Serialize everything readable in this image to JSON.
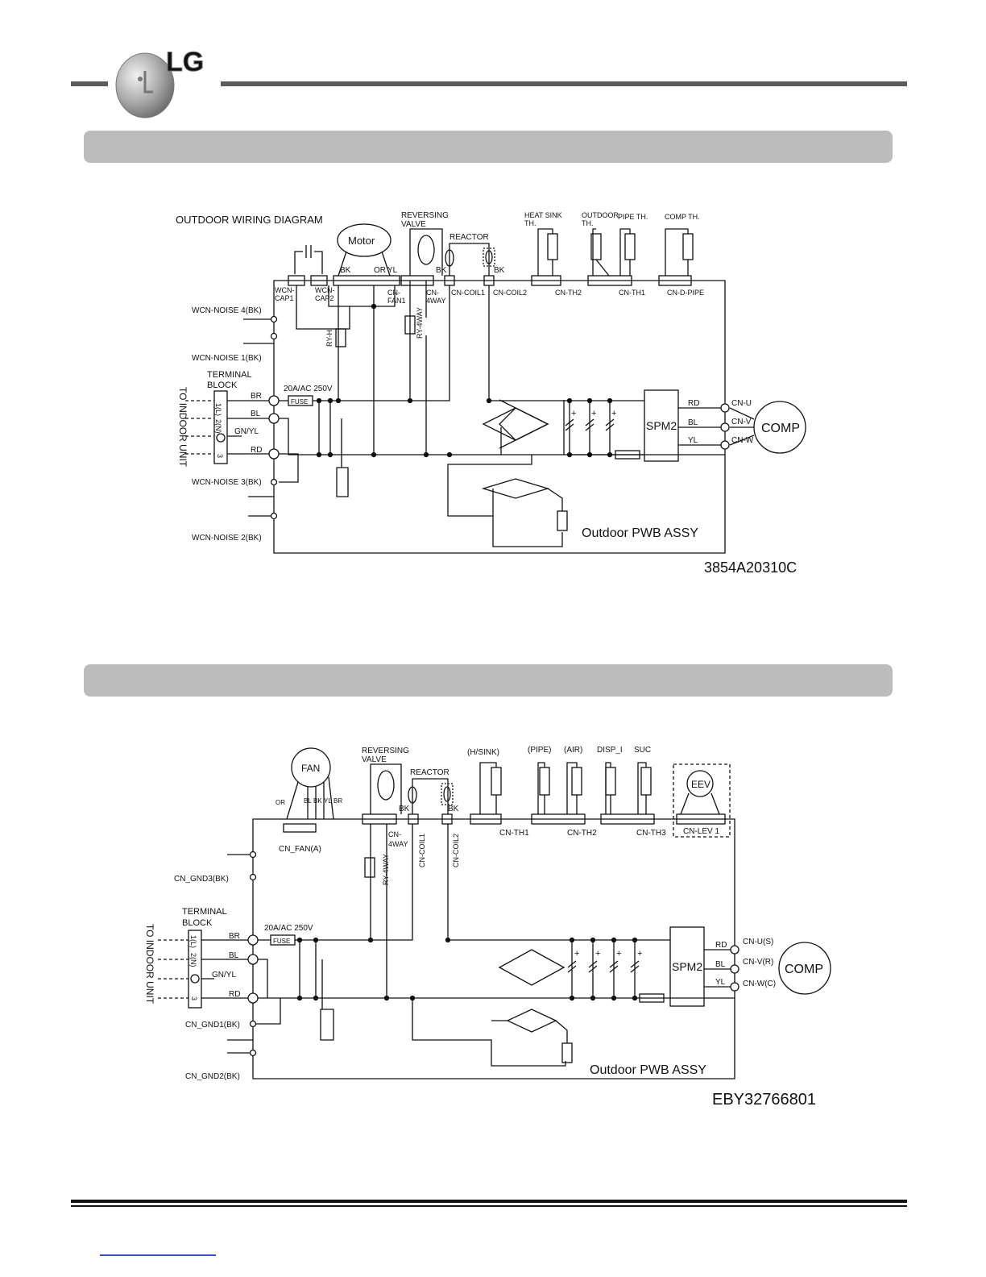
{
  "logo": {
    "brand_text": "LG",
    "icon": "lg-globe-logo"
  },
  "diagram1": {
    "title": "OUTDOOR WIRING DIAGRAM",
    "part_number": "3854A20310C",
    "board_label": "Outdoor PWB ASSY",
    "motor": "Motor",
    "reversing_valve": [
      "REVERSING",
      "VALVE"
    ],
    "reactor": "REACTOR",
    "heat_sink": [
      "HEAT SINK",
      "TH."
    ],
    "outdoor_th": [
      "OUTDOOR",
      "TH."
    ],
    "pipe_th": "PIPE TH.",
    "comp_th": "COMP TH.",
    "bk": "BK",
    "or": "OR",
    "yl": "YL",
    "wcn_cap1": [
      "WCN-",
      "CAP1"
    ],
    "wcn_cap2": [
      "WCN-",
      "CAP2"
    ],
    "cn_fan1": [
      "CN-",
      "FAN1"
    ],
    "cn_4way": [
      "CN-",
      "4WAY"
    ],
    "cn_coil1": "CN-COIL1",
    "cn_coil2": "CN-COIL2",
    "cn_th2": "CN-TH2",
    "cn_th1": "CN-TH1",
    "cn_d_pipe": "CN-D-PIPE",
    "noise4": "WCN-NOISE  4(BK)",
    "noise1": "WCN-NOISE  1(BK)",
    "noise3": "WCN-NOISE  3(BK)",
    "noise2": "WCN-NOISE  2(BK)",
    "ry_h": "RY-H",
    "ry_4way": "RY-4WAY",
    "terminal_block": [
      "TERMINAL",
      "BLOCK"
    ],
    "to_indoor": "TO INDOOR UNIT",
    "tb_terms": [
      "1(L)",
      "2(N)",
      "3"
    ],
    "br": "BR",
    "bl": "BL",
    "gnyl": "GN/YL",
    "rd": "RD",
    "fuse": "FUSE",
    "fuse_rating": "20A/AC 250V",
    "spm": "SPM2",
    "comp": "COMP",
    "out_wires": [
      "RD",
      "BL",
      "YL"
    ],
    "out_conns": [
      "CN-U",
      "CN-V",
      "CN-W"
    ],
    "plus": "+"
  },
  "diagram2": {
    "part_number": "EBY32766801",
    "board_label": "Outdoor PWB ASSY",
    "fan": "FAN",
    "fan_wires": [
      "OR",
      "BL",
      "BK",
      "YL",
      "BR"
    ],
    "cn_fan": "CN_FAN(A)",
    "reversing_valve": [
      "REVERSING",
      "VALVE"
    ],
    "reactor": "REACTOR",
    "bk": "BK",
    "cn_4way": [
      "CN-",
      "4WAY"
    ],
    "cn_coil1": "CN-COIL1",
    "cn_coil2": "CN-COIL2",
    "ry_4way": "RY-4WAY",
    "sensors": [
      "(H/SINK)",
      "(PIPE)",
      "(AIR)",
      "DISP_I",
      "SUC"
    ],
    "cn_th1": "CN-TH1",
    "cn_th2": "CN-TH2",
    "cn_th3": "CN-TH3",
    "eev": "EEV",
    "cn_lev": "CN-LEV 1",
    "gnd3": "CN_GND3(BK)",
    "gnd1": "CN_GND1(BK)",
    "gnd2": "CN_GND2(BK)",
    "terminal_block": [
      "TERMINAL",
      "BLOCK"
    ],
    "to_indoor": "TO INDOOR UNIT",
    "tb_terms": [
      "1(L)",
      "2(N)",
      "3"
    ],
    "br": "BR",
    "bl": "BL",
    "gnyl": "GN/YL",
    "rd": "RD",
    "fuse": "FUSE",
    "fuse_rating": "20A/AC 250V",
    "spm": "SPM2",
    "comp": "COMP",
    "out_wires": [
      "RD",
      "BL",
      "YL"
    ],
    "out_conns": [
      "CN-U(S)",
      "CN-V(R)",
      "CN-W(C)"
    ],
    "plus": "+"
  }
}
